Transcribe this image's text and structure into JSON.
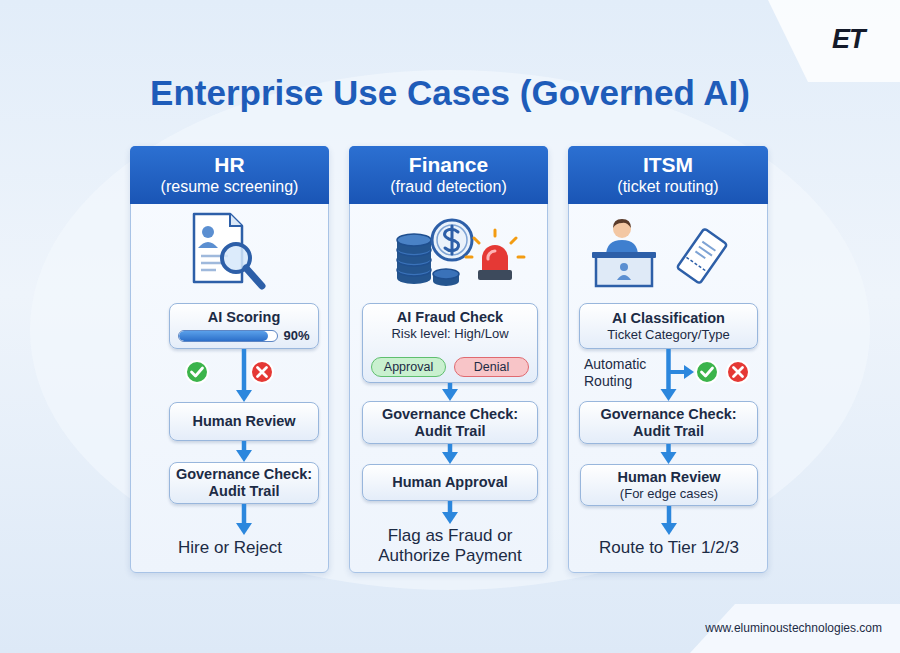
{
  "diagram": {
    "title": "Enterprise Use Cases (Governed AI)",
    "nodes": [
      {
        "text": [
          "HR",
          "(resume screening)"
        ]
      },
      {
        "text": [
          "AI Scoring",
          "90%"
        ],
        "in": 0
      },
      {
        "text": [
          "Human Review"
        ],
        "in": 0
      },
      {
        "text": [
          "Governance Check: Audit Trail"
        ],
        "in": 0
      },
      {
        "text": [
          "Hire or Reject"
        ],
        "in": 0
      },
      {
        "text": [
          "Finance",
          "(fraud detection)"
        ]
      },
      {
        "text": [
          "AI Fraud Check",
          "Risk level: High/Low"
        ],
        "in": 5
      },
      {
        "text": [
          "Approval"
        ],
        "in": 6
      },
      {
        "text": [
          "Denial"
        ],
        "in": 6
      },
      {
        "text": [
          "Governance Check: Audit Trail"
        ],
        "in": 5
      },
      {
        "text": [
          "Human Approval"
        ],
        "in": 5
      },
      {
        "text": [
          "Flag as Fraud or Authorize Payment"
        ],
        "in": 5
      },
      {
        "text": [
          "ITSM",
          "(ticket routing)"
        ]
      },
      {
        "text": [
          "AI Classification",
          "Ticket Category/Type"
        ],
        "in": 12
      },
      {
        "text": [
          "Governance Check: Audit Trail"
        ],
        "in": 12
      },
      {
        "text": [
          "Human Review",
          "(For edge cases)"
        ],
        "in": 12
      },
      {
        "text": [
          "Route to Tier 1/2/3"
        ],
        "in": 12
      }
    ],
    "edges": [
      {
        "from": 1,
        "to": 2,
        "arrow": "to"
      },
      {
        "from": 2,
        "to": 3,
        "arrow": "to"
      },
      {
        "from": 3,
        "to": 4,
        "arrow": "to"
      },
      {
        "from": 6,
        "to": 9,
        "arrow": "to"
      },
      {
        "from": 9,
        "to": 10,
        "arrow": "to"
      },
      {
        "from": 10,
        "to": 11,
        "arrow": "to"
      },
      {
        "from": 13,
        "to": 14,
        "arrow": "to"
      },
      {
        "from": 14,
        "to": 15,
        "arrow": "to"
      },
      {
        "from": 15,
        "to": 16,
        "arrow": "to"
      }
    ],
    "labels": [
      "ET",
      "Automatic Routing",
      "www.eluminoustechnologies.com"
    ]
  }
}
